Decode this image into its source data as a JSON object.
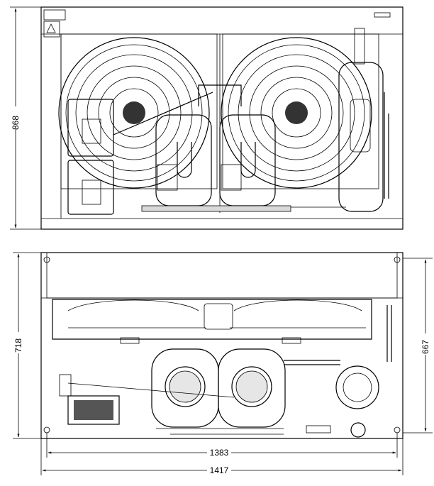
{
  "dimensions": {
    "height_front": "868",
    "depth_top": "718",
    "depth_inner": "667",
    "width_inner": "1383",
    "width_overall": "1417"
  }
}
